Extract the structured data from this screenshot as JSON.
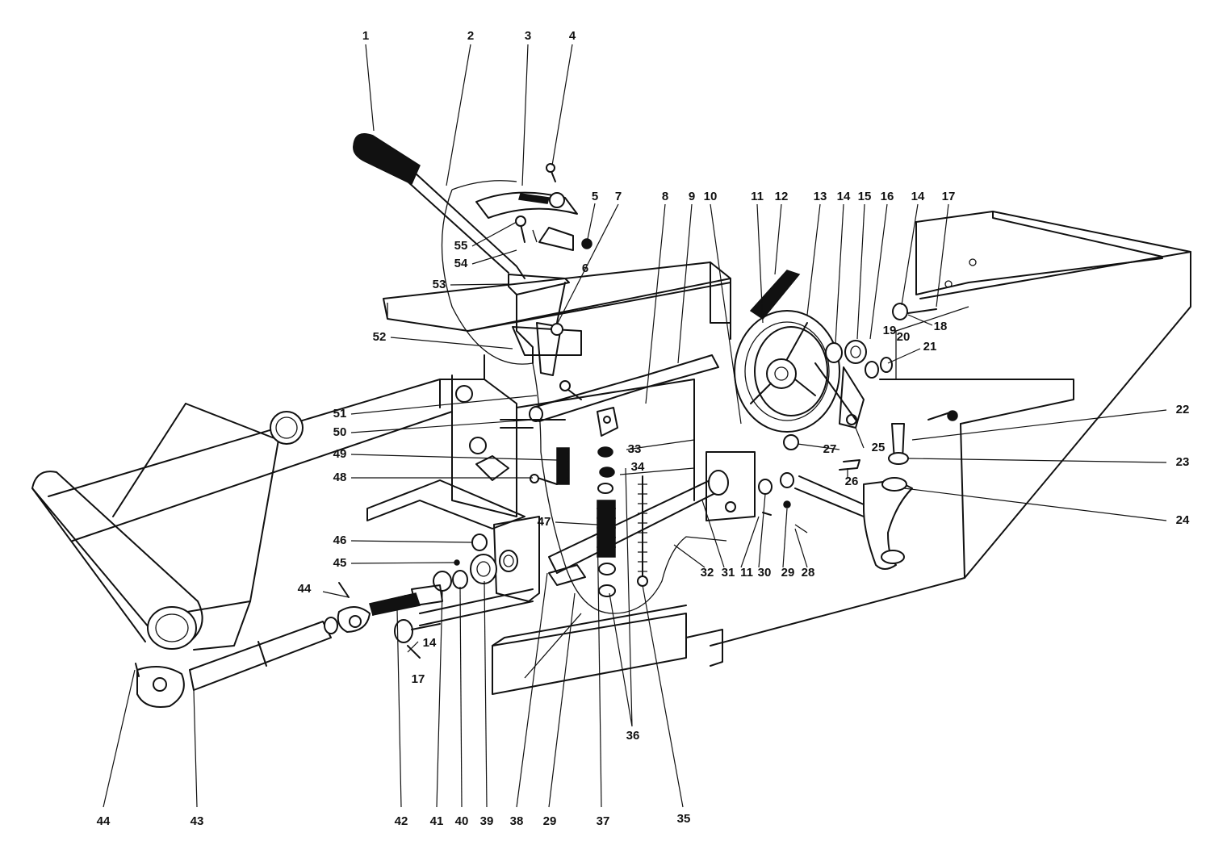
{
  "callouts": {
    "c1": "1",
    "c2": "2",
    "c3": "3",
    "c4": "4",
    "c5": "5",
    "c6": "6",
    "c7": "7",
    "c8": "8",
    "c9": "9",
    "c10": "10",
    "c11a": "11",
    "c11b": "11",
    "c12": "12",
    "c13": "13",
    "c14a": "14",
    "c14b": "14",
    "c14c": "14",
    "c15": "15",
    "c16": "16",
    "c17a": "17",
    "c17b": "17",
    "c18": "18",
    "c19": "19",
    "c20": "20",
    "c21": "21",
    "c22": "22",
    "c23": "23",
    "c24": "24",
    "c25": "25",
    "c26": "26",
    "c27": "27",
    "c28": "28",
    "c29a": "29",
    "c29b": "29",
    "c30": "30",
    "c31": "31",
    "c32": "32",
    "c33": "33",
    "c34": "34",
    "c35": "35",
    "c36": "36",
    "c37": "37",
    "c38": "38",
    "c39": "39",
    "c40": "40",
    "c41": "41",
    "c42": "42",
    "c43": "43",
    "c44a": "44",
    "c44b": "44",
    "c45": "45",
    "c46": "46",
    "c47": "47",
    "c48": "48",
    "c49": "49",
    "c50": "50",
    "c51": "51",
    "c52": "52",
    "c53": "53",
    "c54": "54",
    "c55": "55"
  }
}
